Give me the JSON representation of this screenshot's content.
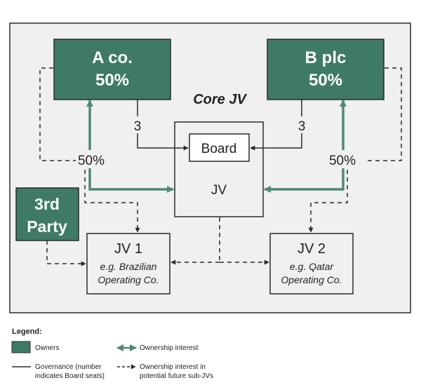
{
  "colors": {
    "owner_fill": "#3e7a64",
    "owner_stroke": "#2b2b2b",
    "panel_fill": "#f0f0f0",
    "green_arrow": "#4d8a72",
    "line": "#2b2b2b"
  },
  "diagram": {
    "core_label": "Core JV",
    "owner_a": {
      "name": "A co.",
      "pct": "50%"
    },
    "owner_b": {
      "name": "B plc",
      "pct": "50%"
    },
    "third_party": {
      "line1": "3rd",
      "line2": "Party"
    },
    "board_label": "Board",
    "jv_label": "JV",
    "seats_a": "3",
    "seats_b": "3",
    "interest_a": "50%",
    "interest_b": "50%",
    "jv1": {
      "title": "JV 1",
      "line1": "e.g. Brazilian",
      "line2": "Operating Co."
    },
    "jv2": {
      "title": "JV 2",
      "line1": "e.g. Qatar",
      "line2": "Operating Co."
    }
  },
  "legend": {
    "title": "Legend:",
    "owners": "Owners",
    "ownership_interest": "Ownership interest",
    "governance_line1": "Governance (number",
    "governance_line2": "indicates Board seats)",
    "future_line1": "Ownership interest in",
    "future_line2": "potential future sub-JVs"
  }
}
